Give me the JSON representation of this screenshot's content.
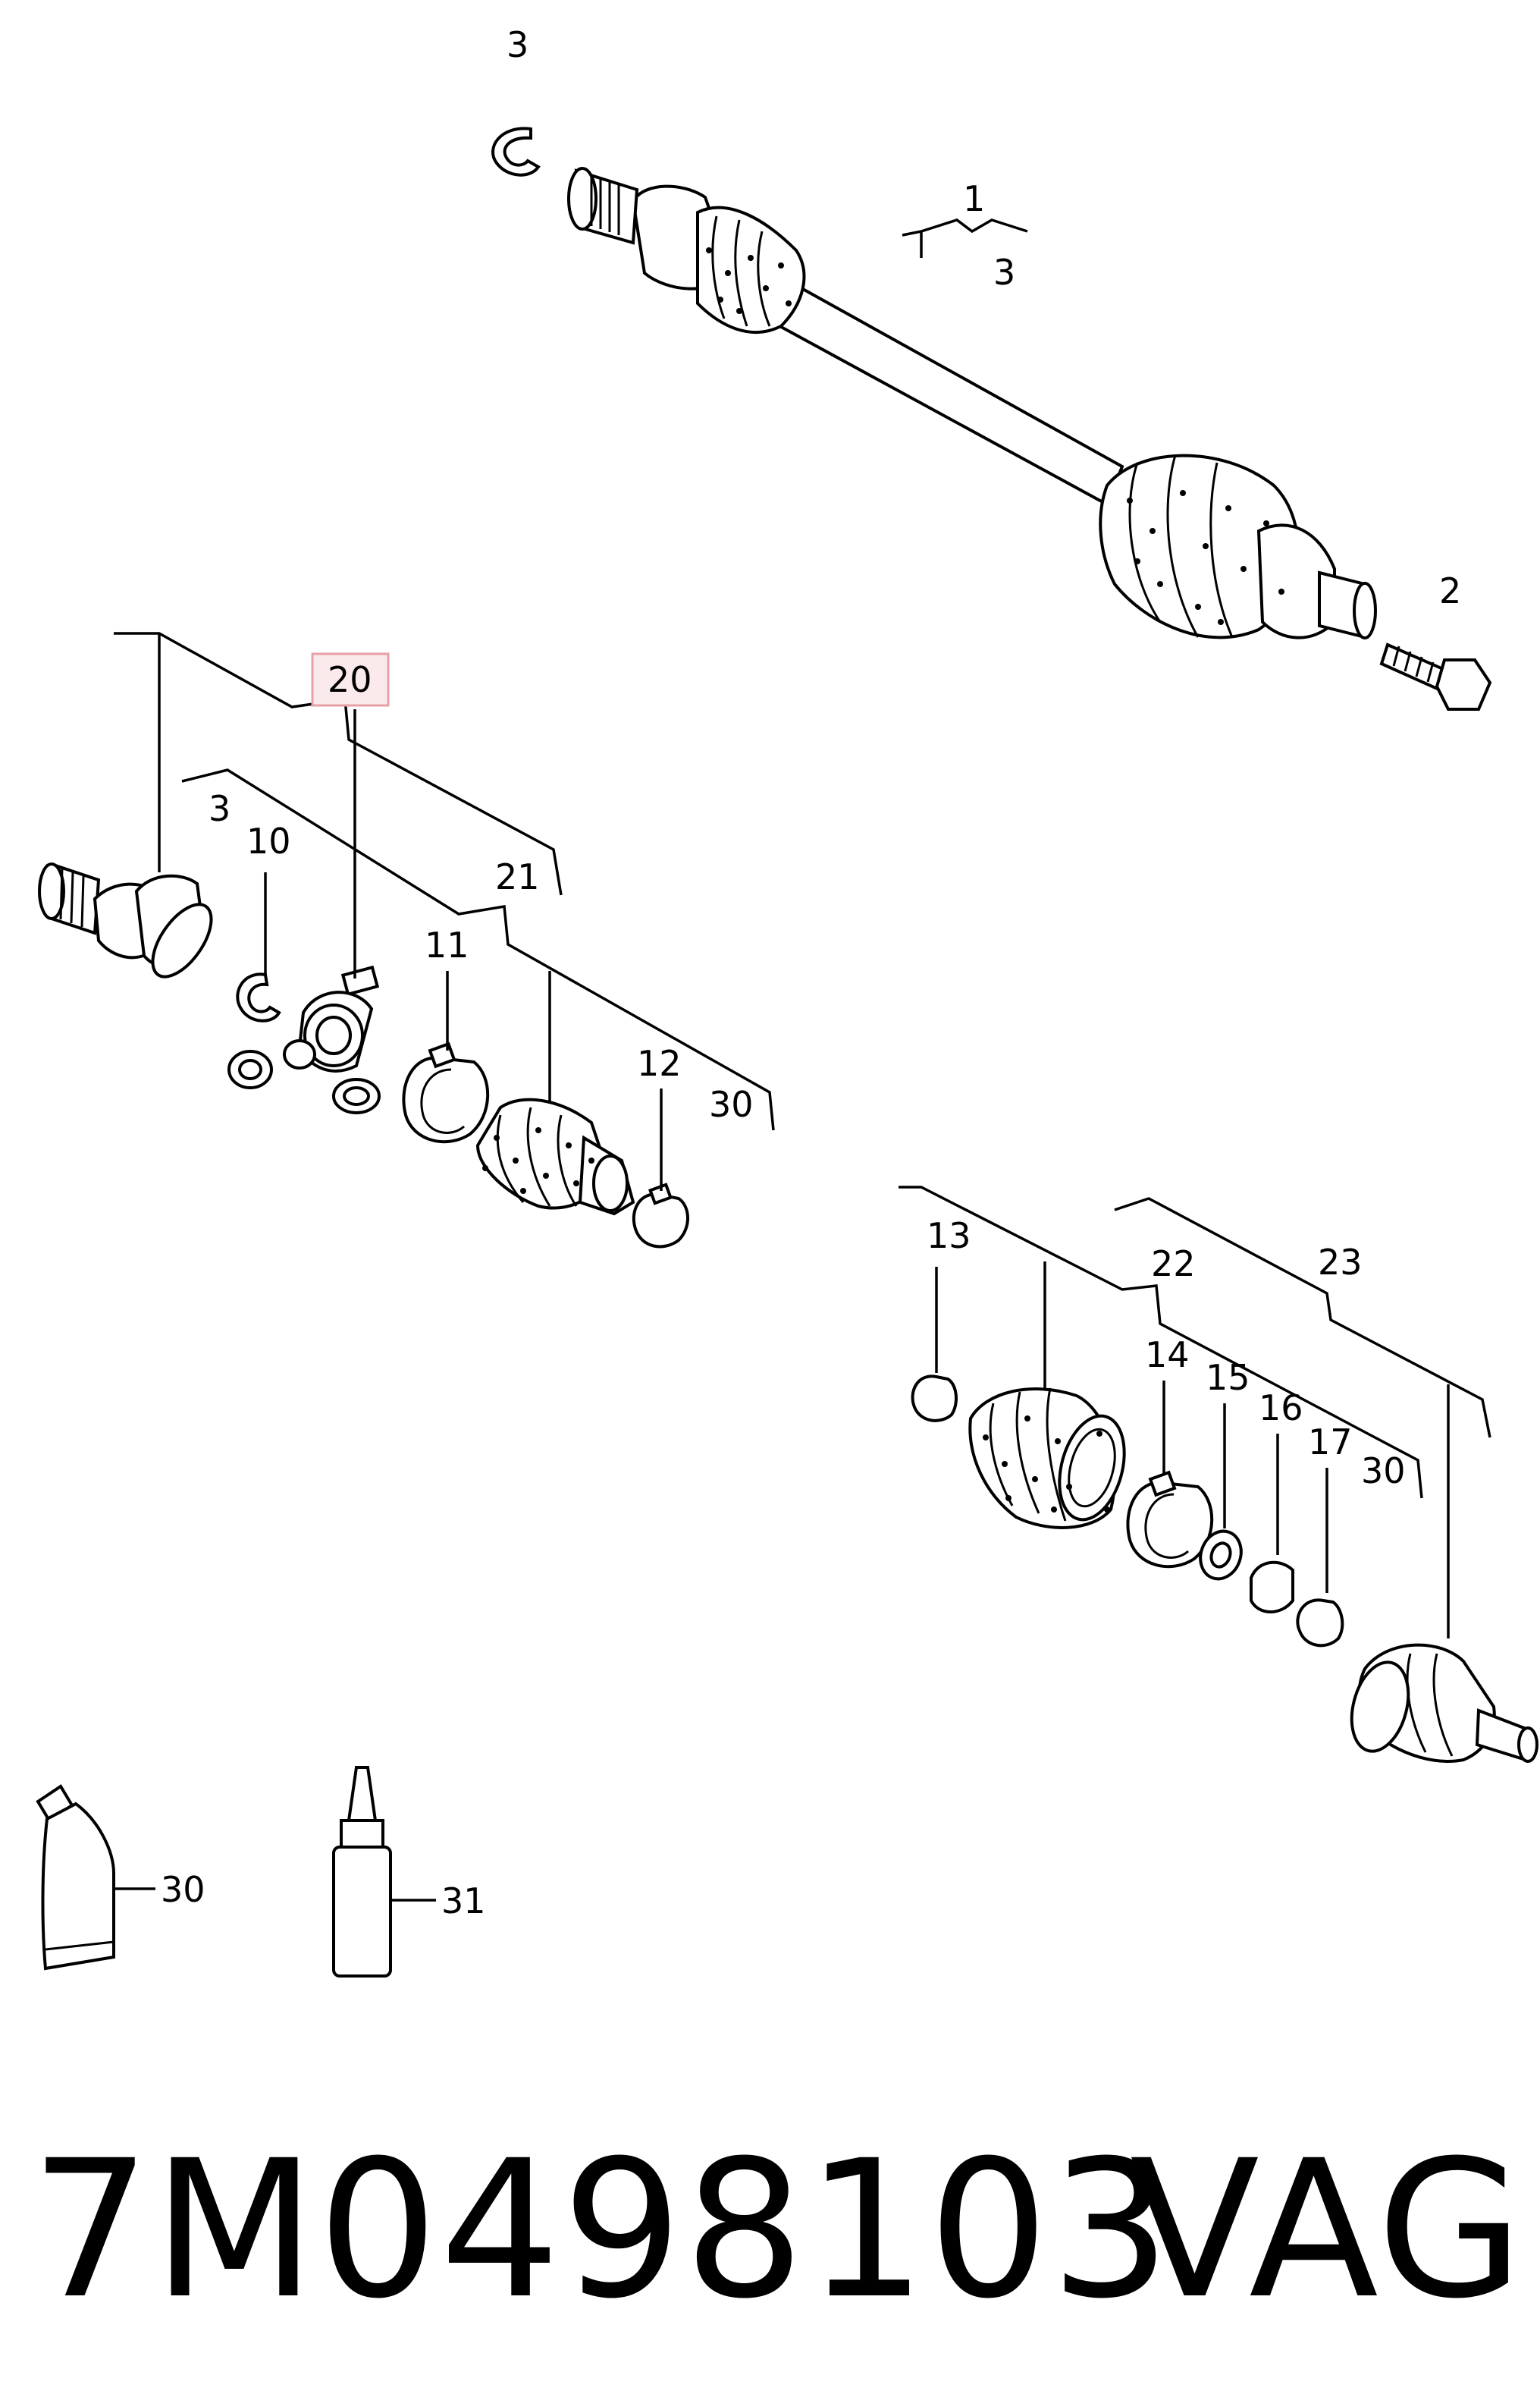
{
  "callouts": {
    "c1": "1",
    "c2": "2",
    "c3a": "3",
    "c3b": "3",
    "c3c": "3",
    "c10": "10",
    "c11": "11",
    "c12": "12",
    "c13": "13",
    "c14": "14",
    "c15": "15",
    "c16": "16",
    "c17": "17",
    "c20": "20",
    "c21": "21",
    "c22": "22",
    "c23": "23",
    "c30a": "30",
    "c30b": "30",
    "c30c": "30",
    "c31": "31"
  },
  "highlight_color": "#e8a0a8",
  "footer": {
    "part_number": "7M0498103",
    "brand": "VAG"
  }
}
